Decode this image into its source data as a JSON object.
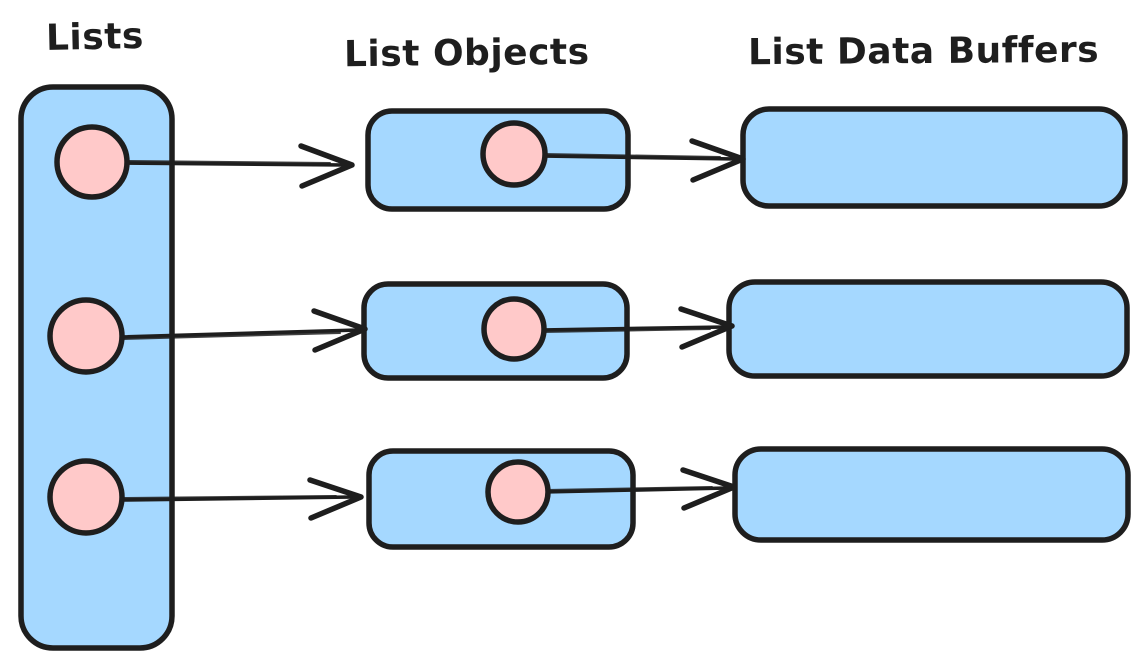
{
  "diagram": {
    "labels": {
      "lists": "Lists",
      "list_objects": "List Objects",
      "list_data_buffers": "List Data Buffers"
    },
    "colors": {
      "shape_fill": "#a5d8ff",
      "pointer_fill": "#ffc9c9",
      "stroke": "#1e1e1e",
      "background": "#ffffff"
    },
    "structure": {
      "list_pointers": 3,
      "list_objects": 3,
      "data_buffers": 3,
      "connections": [
        {
          "from": "list-pointer-1",
          "to": "list-object-1"
        },
        {
          "from": "object-pointer-1",
          "to": "data-buffer-1"
        },
        {
          "from": "list-pointer-2",
          "to": "list-object-2"
        },
        {
          "from": "object-pointer-2",
          "to": "data-buffer-2"
        },
        {
          "from": "list-pointer-3",
          "to": "list-object-3"
        },
        {
          "from": "object-pointer-3",
          "to": "data-buffer-3"
        }
      ]
    }
  }
}
